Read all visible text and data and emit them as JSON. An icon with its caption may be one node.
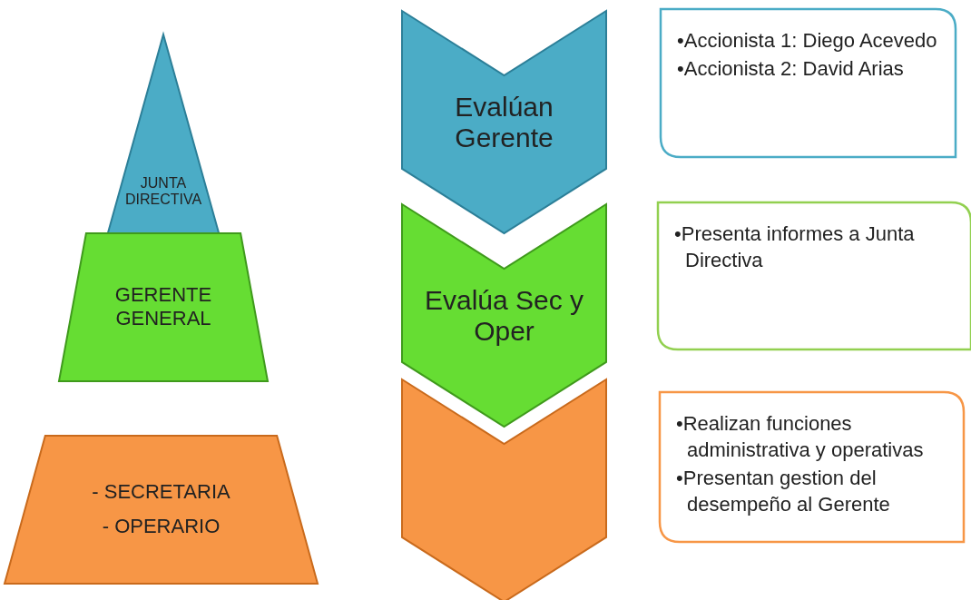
{
  "diagram": {
    "nodes": [
      {
        "text": [
          "JUNTA DIRECTIVA"
        ]
      },
      {
        "text": [
          "Evalúan Gerente"
        ]
      },
      {
        "text": [
          "•Accionista 1: Diego Acevedo",
          "•Accionista 2: David Arias"
        ]
      },
      {
        "text": [
          "GERENTE GENERAL"
        ]
      },
      {
        "text": [
          "Evalúa Sec y Oper"
        ]
      },
      {
        "text": [
          "•Presenta informes a Junta Directiva"
        ]
      },
      {
        "text": [
          "- SECRETARIA",
          "- OPERARIO"
        ]
      },
      {
        "text": [],
        "shape": "chevron"
      },
      {
        "text": [
          "•Realizan funciones administrativa y operativas",
          "•Presentan gestion del desempeño al Gerente"
        ]
      }
    ]
  }
}
